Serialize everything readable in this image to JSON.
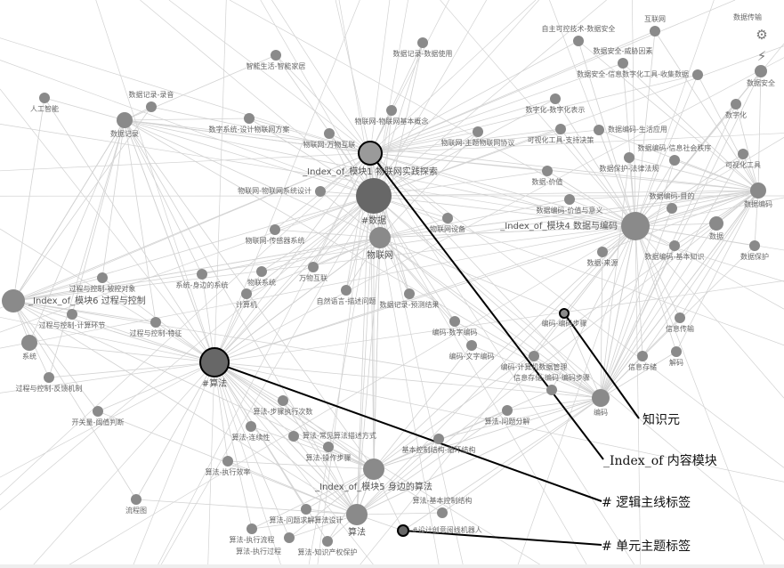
{
  "top_label": "数据传输",
  "toolbar": {
    "settings_icon": "gear-icon",
    "magic_icon": "magic-wand-icon"
  },
  "annotations": {
    "knowledge_unit": "知识元",
    "index_of": "_Index_of 内容模块",
    "logic_tag": "# 逻辑主线标签",
    "unit_tag": "# 单元主题标签"
  },
  "colors": {
    "node": "#8a8a8a",
    "hub": "#676767",
    "edge": "#d2d2d2",
    "annotation_line": "#000000"
  },
  "nodes": [
    "#数据",
    "_Index_of_模块1 物联网实践探索",
    "物联网",
    "#算法",
    "_Index_of_模块4 数据与编码",
    "_Index_of_模块5 身边的算法",
    "算法",
    "#设计创意阅线机器人",
    "编码-编码步骤",
    "编码",
    "_Index_of_模块6 过程与控制",
    "数据编码",
    "数据记录",
    "人工智能",
    "数据安全",
    "数字化",
    "可视化工具",
    "数据保护",
    "数据",
    "数据-来源",
    "数据编码-目的",
    "数据编码-基本知识",
    "数据安全-信息数字化工具-收集数据",
    "数据安全-威胁因素",
    "数据保护-法律法规",
    "数据编码-信息社会秩序",
    "物联网-物联网基本概念",
    "物联网-万物互联",
    "物联网-传感器系统",
    "物联网设备",
    "万物互联",
    "物联系统",
    "计算机",
    "系统-身边的系统",
    "过程与控制-反馈机制",
    "过程与控制-计算环节",
    "过程与控制-特征",
    "开关量-阈值判断",
    "系统",
    "算法-步骤执行次数",
    "算法-问题求解算法设计",
    "算法-执行流程",
    "算法-知识产权保护",
    "算法-执行效率",
    "算法-常见算法描述方式",
    "算法-操作步骤",
    "算法-连续性",
    "算法-执行过程",
    "流程图",
    "基本控制结构-循环结构",
    "算法-基本控制结构",
    "信息存储",
    "信息存储-编码-编码步骤",
    "编码-计算机数据管理",
    "编码-文字编码",
    "编码-数字编码",
    "信息传输",
    "解码",
    "数据记录-预测结果",
    "自然语言-描述问题",
    "数字系统-设计物联网方案",
    "物联网-主题物联网协议",
    "数据记录-数据使用",
    "智能生活-智能家居",
    "自主可控技术-数据安全",
    "互联网",
    "数据-价值",
    "数据编码-价值与意义",
    "数字化-数字化表示",
    "可视化工具-支持决策",
    "数据编码-生活应用",
    "物联网-物联网系统设计",
    "过程与控制-被控对象",
    "算法-问题分解",
    "数据记录-录音"
  ]
}
